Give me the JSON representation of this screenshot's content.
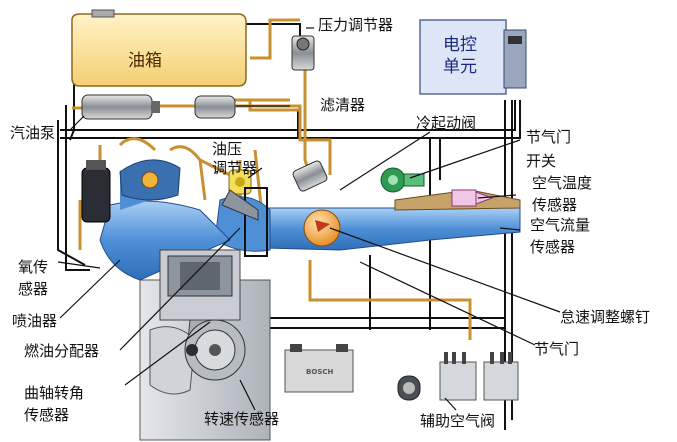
{
  "diagram": {
    "tank_label": "油箱",
    "ecu_label": "电控\n单元",
    "battery_brand": "BOSCH",
    "labels": {
      "pressure_regulator": "压力调节器",
      "filter": "滤清器",
      "fuel_pump": "汽油泵",
      "cold_start_valve": "冷起动阀",
      "throttle_switch": "节气门\n开关",
      "oil_pressure_regulator": "油压\n调节器",
      "air_temp_sensor": "空气温度\n传感器",
      "air_flow_sensor": "空气流量\n传感器",
      "oxygen_sensor": "氧传\n感器",
      "injector": "喷油器",
      "fuel_distributor": "燃油分配器",
      "idle_screw": "怠速调整螺钉",
      "throttle": "节气门",
      "crank_sensor": "曲轴转角\n传感器",
      "speed_sensor": "转速传感器",
      "aux_air_valve": "辅助空气阀"
    },
    "colors": {
      "tank": "#fbe3a4",
      "pipe_fuel": "#d09a3a",
      "wire": "#111111",
      "intake": "#4f8fd6",
      "intake_light": "#8dbdf0",
      "engine": "#c9cdd3",
      "ecu": "#dde6f6",
      "throttle_ball": "#f2a23a",
      "green_switch": "#2e9a52"
    }
  }
}
